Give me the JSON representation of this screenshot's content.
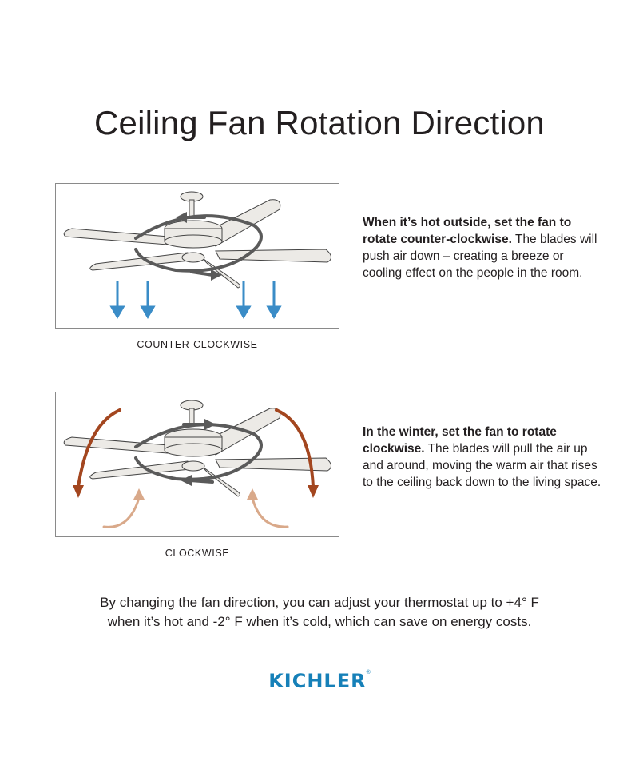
{
  "title": "Ceiling Fan Rotation Direction",
  "colors": {
    "cool_arrow": "#3a8cc7",
    "warm_arrow_dark": "#a3461f",
    "warm_arrow_light": "#d9a98a",
    "rotation_arrow": "#5a5a5a",
    "brand": "#1680b8"
  },
  "panels": [
    {
      "id": "counter-clockwise",
      "caption": "COUNTER-CLOCKWISE",
      "desc_bold": "When it’s hot outside, set the fan to rotate counter-clockwise.",
      "desc_rest": " The blades will push air down – creating a breeze or cooling effect on the people in the room."
    },
    {
      "id": "clockwise",
      "caption": "CLOCKWISE",
      "desc_bold": "In the winter, set the fan to rotate clockwise.",
      "desc_rest": " The blades will pull the air up and around, moving the warm air that rises to the ceiling back down to the living space."
    }
  ],
  "footer": {
    "line1": "By changing the fan direction, you can adjust your thermostat up to +4° F",
    "line2": "when it’s hot and -2° F when it’s cold, which can save on energy costs."
  },
  "brand": {
    "name": "KICHLER",
    "reg_mark": "®"
  }
}
